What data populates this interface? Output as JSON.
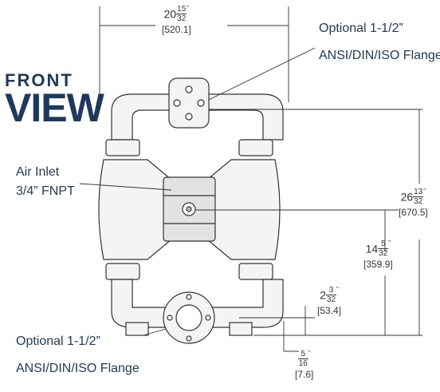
{
  "title": {
    "line1": "FRONT",
    "line2": "VIEW"
  },
  "callouts": {
    "top_flange": {
      "line1": "Optional 1-1/2”",
      "line2": "ANSI/DIN/ISO Flange"
    },
    "air_inlet": {
      "line1": "Air Inlet",
      "line2": "3/4” FNPT"
    },
    "bottom_flange": {
      "line1": "Optional 1-1/2”",
      "line2": "ANSI/DIN/ISO Flange"
    }
  },
  "dimensions": {
    "width": {
      "whole": "20",
      "num": "15",
      "den": "32",
      "unit": "\"",
      "mm": "[520.1]"
    },
    "height": {
      "whole": "26",
      "num": "13",
      "den": "32",
      "unit": "\"",
      "mm": "[670.5]"
    },
    "air_inlet_height": {
      "whole": "14",
      "num": "5",
      "den": "32",
      "unit": "\"",
      "mm": "[359.9]"
    },
    "outlet_height": {
      "whole": "2",
      "num": "3",
      "den": "32",
      "unit": "\"",
      "mm": "[53.4]"
    },
    "foot_height": {
      "whole": "",
      "num": "5",
      "den": "16",
      "unit": "\"",
      "mm": "[7.6]"
    }
  },
  "colors": {
    "brand": "#1d3a5c",
    "line": "#333333",
    "metal": "#f2f2f2"
  }
}
